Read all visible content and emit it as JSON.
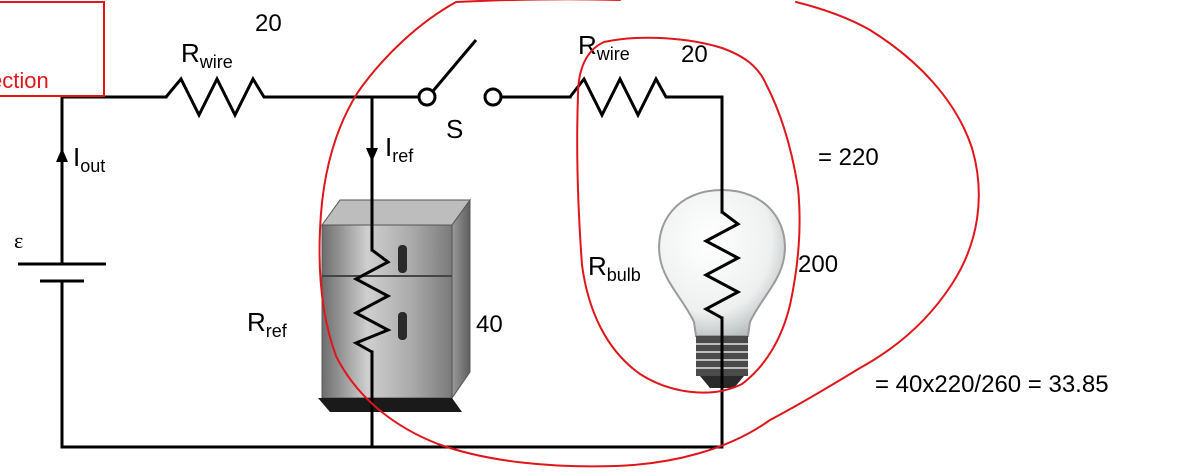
{
  "labels": {
    "r_wire_left_sub": "wire",
    "r_wire_right_sub": "wire",
    "i_out_sub": "out",
    "i_ref_sub": "ref",
    "switch": "S",
    "emf": "ε",
    "r_ref_sub": "ref",
    "r_bulb_sub": "bulb"
  },
  "annotations": {
    "box_text": "ection",
    "r_wire_left_value": "20",
    "r_wire_right_value": "20",
    "series_sum": "= 220",
    "r_bulb_value": "200",
    "r_ref_value": "40",
    "parallel_calc": "= 40x220/260 = 33.85"
  },
  "colors": {
    "ink_annotation": "#e0161b",
    "circuit": "#000000"
  }
}
